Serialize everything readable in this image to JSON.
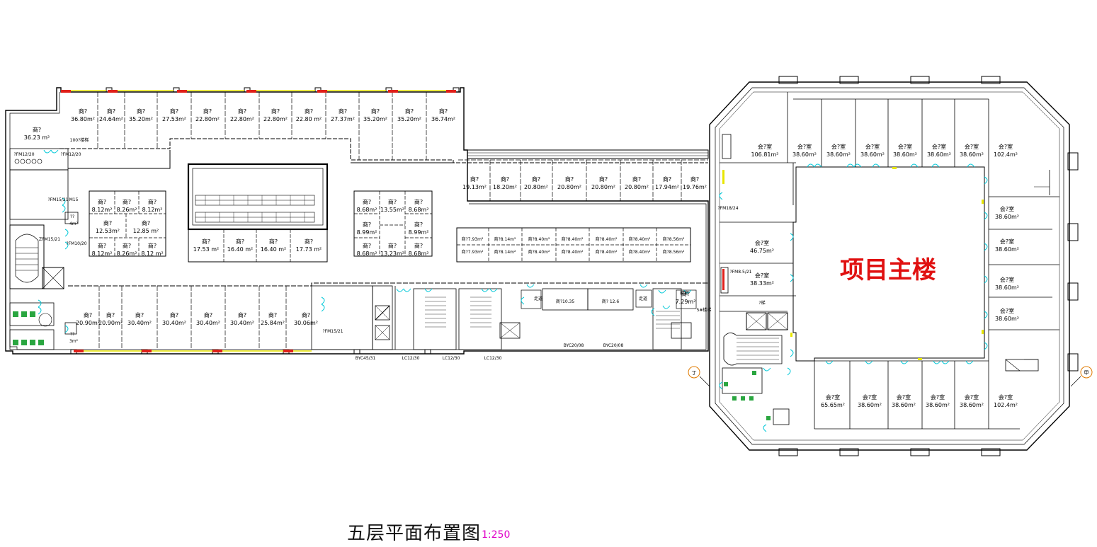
{
  "drawing_title": "五层平面布置图",
  "drawing_scale": "1:250",
  "main_building_label": "项目主楼",
  "colors": {
    "wall": "#000000",
    "window_red": "#e0201a",
    "window_yellow": "#e8e600",
    "door_cyan": "#00c8d8",
    "fixture_green": "#2aa640",
    "scale_magenta": "#e000c8",
    "main_label_red": "#e01010",
    "marker_orange": "#e07a00"
  },
  "north_rooms": [
    {
      "name": "商?",
      "area": "36.80m²"
    },
    {
      "name": "商?",
      "area": "24.64m²"
    },
    {
      "name": "商?",
      "area": "35.20m²"
    },
    {
      "name": "商?",
      "area": "27.53m²"
    },
    {
      "name": "商?",
      "area": "22.80m²"
    },
    {
      "name": "商?",
      "area": "22.80m²"
    },
    {
      "name": "商?",
      "area": "22.80m²"
    },
    {
      "name": "商?",
      "area": "22.80 m²"
    },
    {
      "name": "商?",
      "area": "27.37m²"
    },
    {
      "name": "商?",
      "area": "35.20m²"
    },
    {
      "name": "商?",
      "area": "35.20m²"
    },
    {
      "name": "商?",
      "area": "36.74m²"
    }
  ],
  "west_room": {
    "name": "商?",
    "area": "36.23 m²"
  },
  "west_small_rooms": [
    {
      "name": "商?",
      "area": "8.12m²"
    },
    {
      "name": "商?",
      "area": "8.26m²"
    },
    {
      "name": "商?",
      "area": "8.12m²"
    },
    {
      "name": "商?",
      "area": "12.53m²"
    },
    {
      "name": "商?",
      "area": "12.85 m²"
    },
    {
      "name": "商?",
      "area": "8.12m²"
    },
    {
      "name": "商?",
      "area": "8.26m²"
    },
    {
      "name": "商?",
      "area": "8.12 m²"
    }
  ],
  "atrium_south_rooms": [
    {
      "name": "商?",
      "area": "17.53 m²"
    },
    {
      "name": "商?",
      "area": "16.40 m²"
    },
    {
      "name": "商?",
      "area": "16.40 m²"
    },
    {
      "name": "商?",
      "area": "17.73 m²"
    }
  ],
  "middle_small_rooms": [
    {
      "name": "商?",
      "area": "8.68m²"
    },
    {
      "name": "商?",
      "area": "13.55m²"
    },
    {
      "name": "商?",
      "area": "8.68m²"
    },
    {
      "name": "商?",
      "area": "8.99m²"
    },
    {
      "name": "商?",
      "area": "8.99m²"
    },
    {
      "name": "商?",
      "area": "8.68m²"
    },
    {
      "name": "商?",
      "area": "13.23m²"
    },
    {
      "name": "商?",
      "area": "8.68m²"
    }
  ],
  "corridor_north_rooms": [
    {
      "name": "商?",
      "area": "19.13m²"
    },
    {
      "name": "商?",
      "area": "18.20m²"
    },
    {
      "name": "商?",
      "area": "20.80m²"
    },
    {
      "name": "商?",
      "area": "20.80m²"
    },
    {
      "name": "商?",
      "area": "20.80m²"
    },
    {
      "name": "商?",
      "area": "20.80m²"
    },
    {
      "name": "商?",
      "area": "17.94m²"
    },
    {
      "name": "商?",
      "area": "19.76m²"
    }
  ],
  "island_row1": [
    "商?7.93m²",
    "商?8.14m²",
    "商?8.40m²",
    "商?8.40m²",
    "商?8.40m²",
    "商?8.40m²",
    "商?8.56m²"
  ],
  "island_row2": [
    "商?7.93m²",
    "商?8.14m²",
    "商?8.40m²",
    "商?8.40m²",
    "商?8.40m²",
    "商?8.40m²",
    "商?8.56m²"
  ],
  "south_rooms": [
    {
      "name": "商?",
      "area": "20.90m²"
    },
    {
      "name": "商?",
      "area": "20.90m²"
    },
    {
      "name": "商?",
      "area": "30.40m²"
    },
    {
      "name": "商?",
      "area": "30.40m²"
    },
    {
      "name": "商?",
      "area": "30.40m²"
    },
    {
      "name": "商?",
      "area": "30.40m²"
    },
    {
      "name": "商?",
      "area": "25.84m²"
    },
    {
      "name": "商?",
      "area": "30.06m²"
    }
  ],
  "south_east_rooms": [
    "商?10.35",
    "商? 12.6"
  ],
  "south_east_room_small": {
    "name": "商?",
    "area": "7.29m²"
  },
  "west_misc": [
    "??",
    "4m²",
    "??",
    "3m²",
    "100?楼梯"
  ],
  "door_tags": {
    "fm12_left": "?FM12/20",
    "fm12_right": "?FM12/20",
    "fm15_21_west": "?FM15/21",
    "m15": "M15",
    "mfm10": "?FM10/20",
    "zfm15": "ZFM15/21",
    "fm15_21_south": "?FM15/21",
    "fm18_24": "?FM18/24",
    "corridor_a": "走道",
    "corridor_b": "走道",
    "front_room": "前室",
    "stair5": "5#楼梯"
  },
  "window_tags": [
    "BYC45/31",
    "LC12/30",
    "LC12/30",
    "LC12/30",
    "BYC20/08",
    "BYC20/08"
  ],
  "office_north": [
    {
      "name": "会?室",
      "area": "106.81m²"
    },
    {
      "name": "会?室",
      "area": "38.60m²"
    },
    {
      "name": "会?室",
      "area": "38.60m²"
    },
    {
      "name": "会?室",
      "area": "38.60m²"
    },
    {
      "name": "会?室",
      "area": "38.60m²"
    },
    {
      "name": "会?室",
      "area": "38.60m²"
    },
    {
      "name": "会?室",
      "area": "38.60m²"
    },
    {
      "name": "会?室",
      "area": "102.4m²"
    }
  ],
  "office_east": [
    {
      "name": "会?室",
      "area": "38.60m²"
    },
    {
      "name": "会?室",
      "area": "38.60m²"
    },
    {
      "name": "会?室",
      "area": "38.60m²"
    },
    {
      "name": "会?室",
      "area": "38.60m²"
    }
  ],
  "office_south": [
    {
      "name": "会?室",
      "area": "65.65m²"
    },
    {
      "name": "会?室",
      "area": "38.60m²"
    },
    {
      "name": "会?室",
      "area": "38.60m²"
    },
    {
      "name": "会?室",
      "area": "38.60m²"
    },
    {
      "name": "会?室",
      "area": "38.60m²"
    },
    {
      "name": "会?室",
      "area": "102.4m²"
    }
  ],
  "office_west": [
    {
      "name": "会?室",
      "area": "46.75m²"
    },
    {
      "name": "会?室",
      "area": "38.33m²"
    }
  ],
  "office_misc": [
    "?梯",
    "?FM8.5/21"
  ],
  "axis_markers": [
    "丁",
    "甲"
  ]
}
